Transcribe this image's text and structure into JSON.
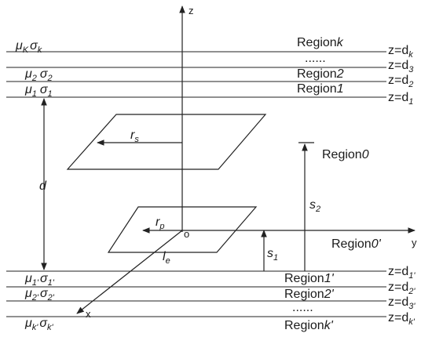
{
  "axes": {
    "z": "z",
    "y": "y",
    "x": "x",
    "origin": "o"
  },
  "upper_layers": [
    {
      "mu": "μ",
      "mu_sub": "K",
      "sigma": "σ",
      "sigma_sub": "k",
      "region_prefix": "Region",
      "region_suffix": "k",
      "z_eq": "z=d",
      "z_sub": "k"
    },
    {
      "mu": "μ",
      "mu_sub": "2",
      "sigma": "σ",
      "sigma_sub": "2",
      "region_prefix": "Region",
      "region_suffix": "2",
      "z_eq": "z=d",
      "z_sub": "2"
    },
    {
      "mu": "μ",
      "mu_sub": "1",
      "sigma": "σ",
      "sigma_sub": "1",
      "region_prefix": "Region",
      "region_suffix": "1",
      "z_eq": "z=d",
      "z_sub": "1"
    }
  ],
  "upper_extra": {
    "dots": "......",
    "z_eq": "z=d",
    "z_sub": "3"
  },
  "lower_layers": [
    {
      "mu": "μ",
      "mu_sub": "1'",
      "sigma": "σ",
      "sigma_sub": "1'",
      "region_prefix": "Region",
      "region_suffix": "1'",
      "z_eq": "z=d",
      "z_sub": "1'"
    },
    {
      "mu": "μ",
      "mu_sub": "2'",
      "sigma": "σ",
      "sigma_sub": "2'",
      "region_prefix": "Region",
      "region_suffix": "2'",
      "z_eq": "z=d",
      "z_sub": "2'"
    },
    {
      "mu": "μ",
      "mu_sub": "k'",
      "sigma": "σ",
      "sigma_sub": "k'",
      "region_prefix": "Region",
      "region_suffix": "k'",
      "z_eq": "z=d",
      "z_sub": "k'"
    }
  ],
  "lower_extra": {
    "dots": "......",
    "z_eq": "z=d",
    "z_sub": "3'"
  },
  "regions": {
    "region0_prefix": "Region",
    "region0_suffix": "0",
    "region0p_prefix": "Region",
    "region0p_suffix": "0'"
  },
  "dimensions": {
    "d": "d",
    "rs": "r",
    "rs_sub": "s",
    "rp": "r",
    "rp_sub": "p",
    "le": "l",
    "le_sub": "e",
    "s1": "s",
    "s1_sub": "1",
    "s2": "s",
    "s2_sub": "2"
  }
}
